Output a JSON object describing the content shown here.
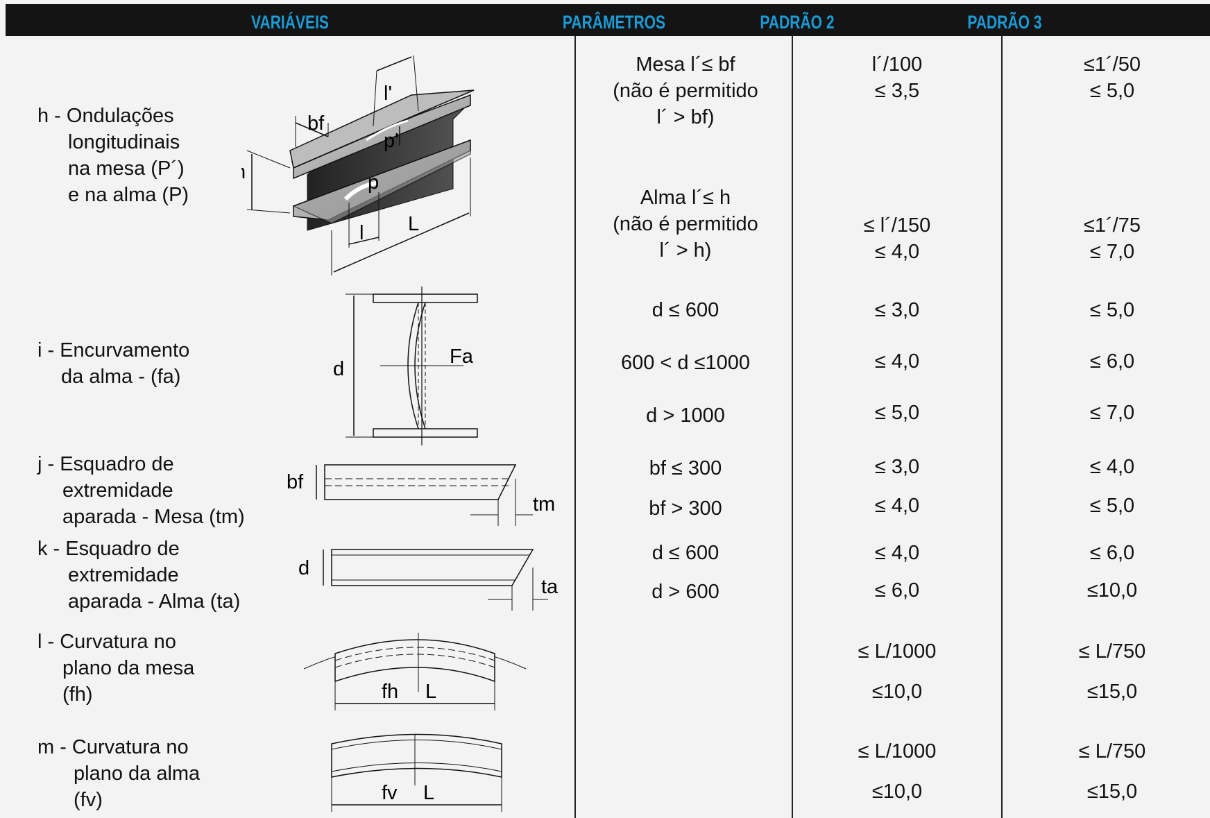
{
  "header": {
    "col1": "VARIÁVEIS",
    "col2": "PARÂMETROS",
    "col3": "PADRÃO 2",
    "col4": "PADRÃO 3"
  },
  "rows": [
    {
      "label": [
        "h - Ondulações",
        "longitudinais",
        "na mesa (P´)",
        "e na alma (P)"
      ],
      "diagram": {
        "labels": [
          "l'",
          "bf",
          "p'",
          "h",
          "p",
          "l",
          "L"
        ]
      },
      "params": [
        "Mesa l´≤ bf",
        "(não é permitido",
        "l´ > bf)",
        "Alma l´≤ h",
        "(não é permitido",
        "l´ > h)"
      ],
      "p2": [
        "l´/100",
        "≤ 3,5",
        "≤ l´/150",
        "≤ 4,0"
      ],
      "p3": [
        "≤1´/50",
        "≤ 5,0",
        "≤1´/75",
        "≤ 7,0"
      ]
    },
    {
      "label": [
        "i - Encurvamento",
        "da alma - (fa)"
      ],
      "diagram": {
        "labels": [
          "d",
          "Fa"
        ]
      },
      "params": [
        "d ≤ 600",
        "600 < d ≤1000",
        "d  > 1000"
      ],
      "p2": [
        "≤ 3,0",
        "≤ 4,0",
        "≤ 5,0"
      ],
      "p3": [
        "≤ 5,0",
        "≤ 6,0",
        "≤ 7,0"
      ]
    },
    {
      "label": [
        "j - Esquadro de",
        "extremidade",
        "aparada - Mesa (tm)"
      ],
      "diagram": {
        "labels": [
          "bf",
          "tm"
        ]
      },
      "params": [
        "bf ≤ 300",
        "bf > 300"
      ],
      "p2": [
        "≤ 3,0",
        "≤ 4,0"
      ],
      "p3": [
        "≤ 4,0",
        "≤ 5,0"
      ]
    },
    {
      "label": [
        "k - Esquadro de",
        "extremidade",
        "aparada - Alma (ta)"
      ],
      "diagram": {
        "labels": [
          "d",
          "ta"
        ]
      },
      "params": [
        "d ≤ 600",
        "d > 600"
      ],
      "p2": [
        "≤ 4,0",
        "≤ 6,0"
      ],
      "p3": [
        "≤ 6,0",
        "≤10,0"
      ]
    },
    {
      "label": [
        "l - Curvatura no",
        "plano da mesa",
        "(fh)"
      ],
      "diagram": {
        "labels": [
          "fh",
          "L"
        ]
      },
      "params": [],
      "p2": [
        "≤ L/1000",
        "≤10,0"
      ],
      "p3": [
        "≤ L/750",
        "≤15,0"
      ]
    },
    {
      "label": [
        "m - Curvatura no",
        "plano da alma",
        "(fv)"
      ],
      "diagram": {
        "labels": [
          "fv",
          "L"
        ]
      },
      "params": [],
      "p2": [
        "≤ L/1000",
        "≤10,0"
      ],
      "p3": [
        "≤ L/750",
        "≤15,0"
      ]
    }
  ]
}
